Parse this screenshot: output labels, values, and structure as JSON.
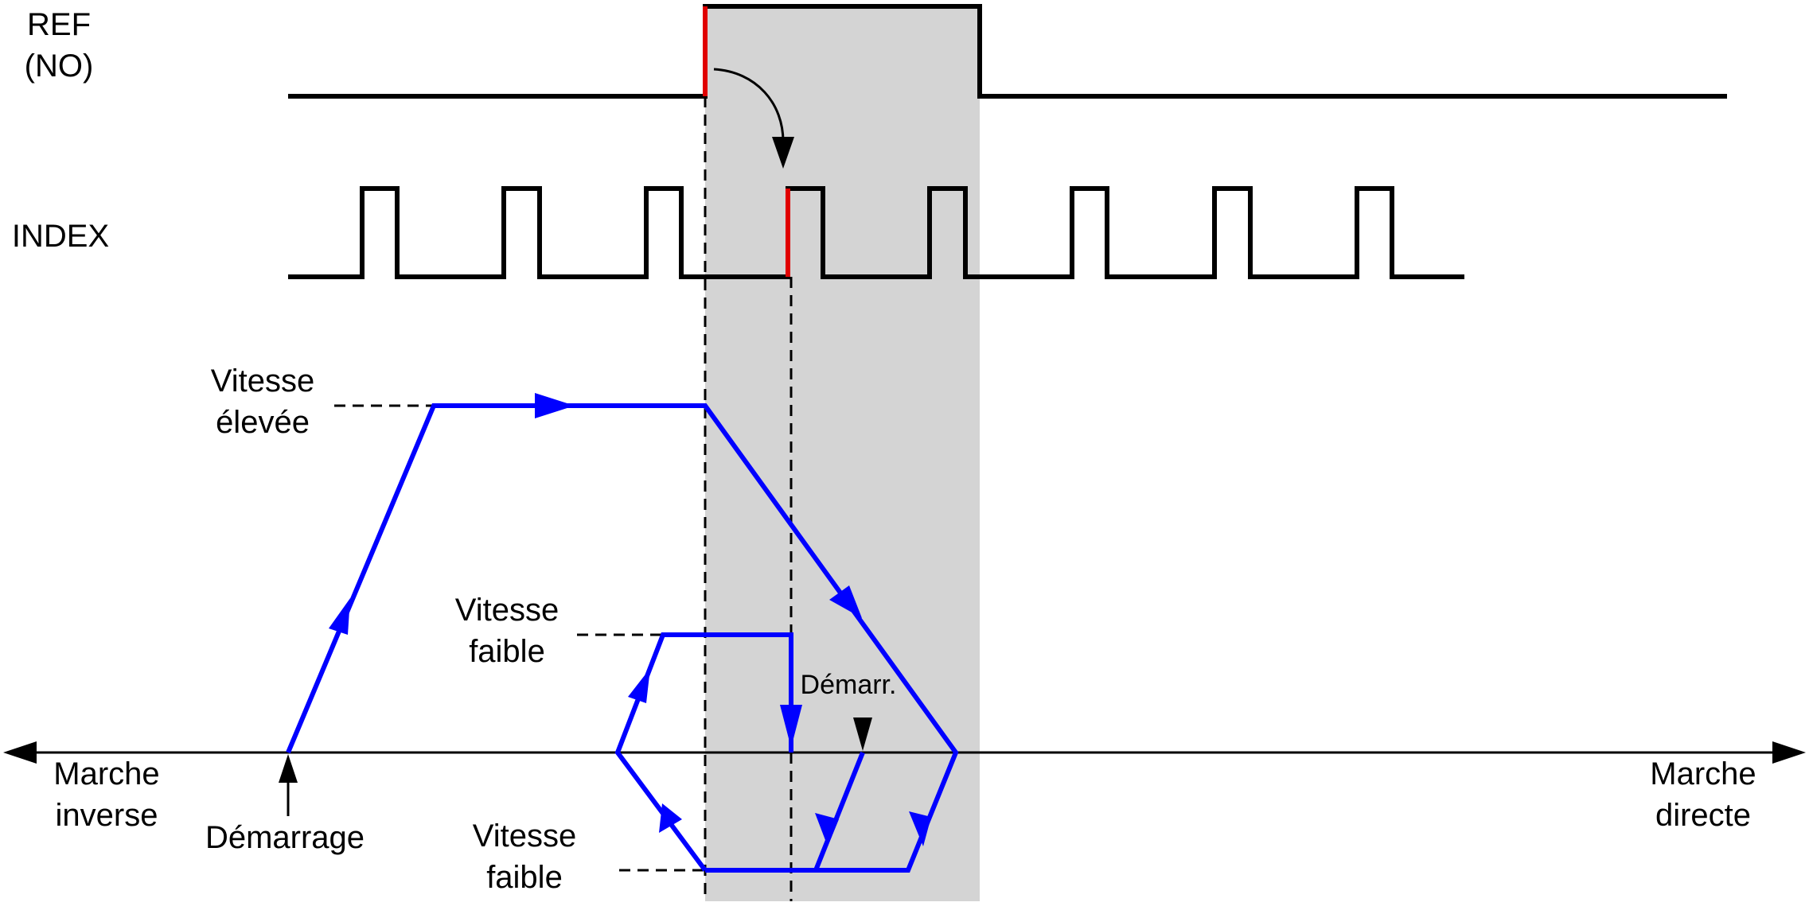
{
  "signals": {
    "ref_label_line1": "REF",
    "ref_label_line2": "(NO)",
    "index_label": "INDEX"
  },
  "speeds": {
    "high_line1": "Vitesse",
    "high_line2": "élevée",
    "low_upper_line1": "Vitesse",
    "low_upper_line2": "faible",
    "low_lower_line1": "Vitesse",
    "low_lower_line2": "faible"
  },
  "axis": {
    "reverse_line1": "Marche",
    "reverse_line2": "inverse",
    "forward_line1": "Marche",
    "forward_line2": "directe"
  },
  "markers": {
    "start": "Démarrage",
    "restart": "Démarr."
  },
  "colors": {
    "signal": "#000000",
    "edge": "#e00000",
    "trajectory": "#0000ff",
    "window": "#d4d4d4"
  }
}
